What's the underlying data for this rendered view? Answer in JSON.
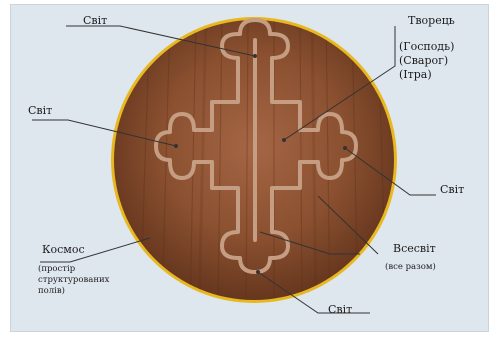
{
  "labels": {
    "svit_top": "Світ",
    "svit_left": "Світ",
    "svit_right": "Світ",
    "svit_bottom": "Світ",
    "tvorets": "Творець",
    "tvorets_names": [
      "(Господь)",
      "(Сварог)",
      "(Ітра)"
    ],
    "kosmos": "Космос",
    "kosmos_note": [
      "(простір",
      "структурованих",
      "полів)"
    ],
    "vsesvit": "Всесвіт",
    "vsesvit_note": "(все разом)"
  },
  "colors": {
    "panel": "#dfe7ee",
    "ring": "#e8b820",
    "wood_dark": "#6a3a1f",
    "wood_mid": "#8a5030",
    "wood_light": "#a8694a",
    "cross": "#c29a7e",
    "line": "#333333"
  }
}
